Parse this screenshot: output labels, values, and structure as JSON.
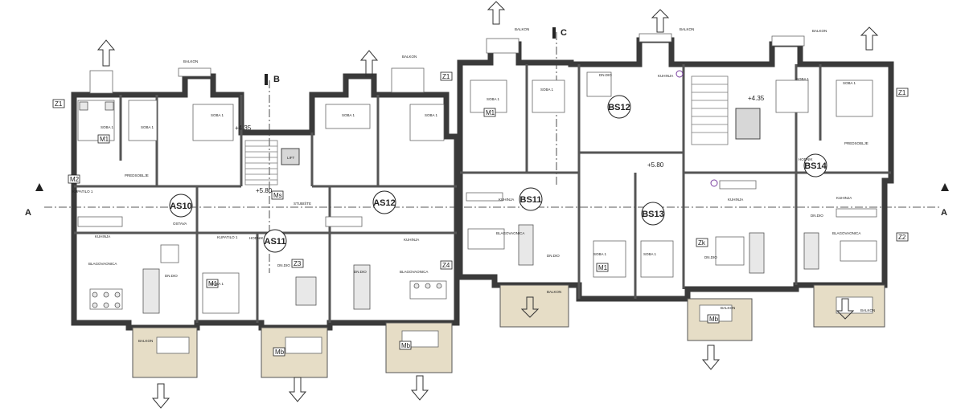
{
  "units": [
    {
      "id": "AS10"
    },
    {
      "id": "AS11"
    },
    {
      "id": "AS12"
    },
    {
      "id": "BS11"
    },
    {
      "id": "BS12"
    },
    {
      "id": "BS13"
    },
    {
      "id": "BS14"
    }
  ],
  "sections": {
    "a_left": "A",
    "a_right": "A",
    "b": "B",
    "c": "C"
  },
  "levels": {
    "l1": "+4.35",
    "l2": "+5.80",
    "l3": "+5.80",
    "l4": "+4.35"
  },
  "zone_tags": [
    "Z1",
    "Z2",
    "Z3",
    "Z4",
    "M1",
    "M2",
    "Mb",
    "Ms",
    "Zk"
  ],
  "rooms": {
    "soba": "SOBA 1",
    "kuhinja": "KUHINJA",
    "blagovaonica": "BLAGOVAONICA",
    "dnevni": "DN.DIO",
    "predsoblje": "PREDSOBLJE",
    "kupatilo": "KUPATILO 1",
    "hodnik": "HODNIK",
    "balkon": "BALKON",
    "ostava": "OSTAVA",
    "stubiste": "STUBIŠTE"
  },
  "colors": {
    "wall": "#3a3a3a",
    "balcony": "#e6ddc6",
    "accent": "#7a3fa0"
  }
}
